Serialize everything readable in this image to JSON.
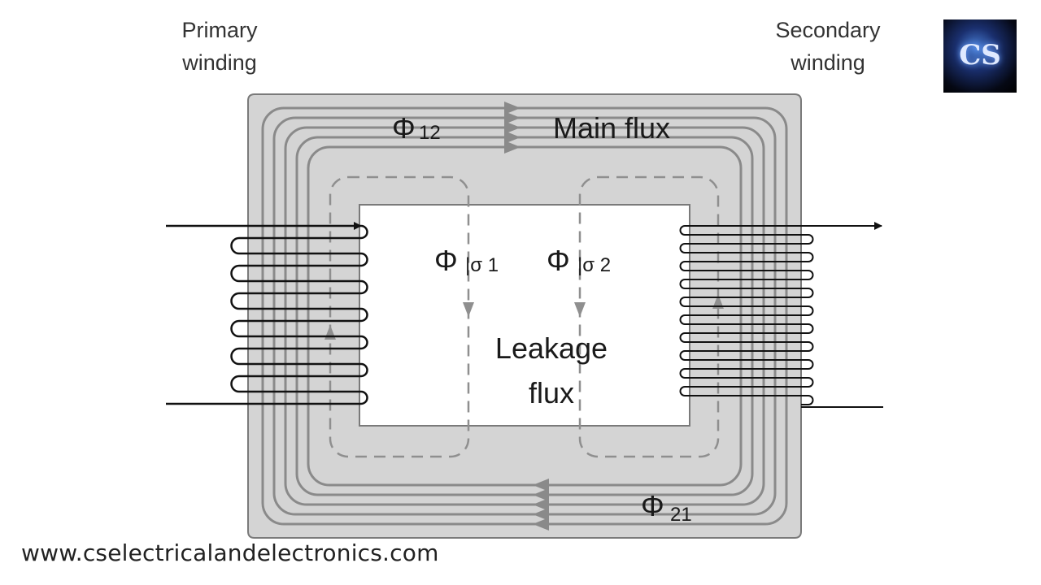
{
  "labels": {
    "primary_line1": "Primary",
    "primary_line2": "winding",
    "secondary_line1": "Secondary",
    "secondary_line2": "winding",
    "main_flux": "Main flux",
    "leakage_line1": "Leakage",
    "leakage_line2": "flux",
    "phi": "Φ",
    "phi12_sub": "12",
    "phi21_sub": "21",
    "sigma1_sub": "|σ 1",
    "sigma2_sub": "|σ 2"
  },
  "watermark": "www.cselectricalandelectronics.com",
  "logo_text": "CS",
  "colors": {
    "core_fill": "#d4d4d4",
    "flux_line": "#8a8a8a",
    "leakage_line": "#8f8f8f",
    "winding": "#111111"
  }
}
